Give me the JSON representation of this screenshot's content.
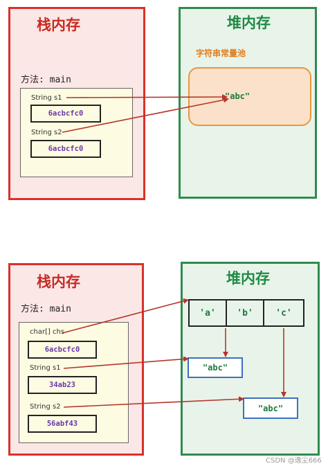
{
  "top": {
    "stack_title": "栈内存",
    "heap_title": "堆内存",
    "method_label": "方法: main",
    "pool_label": "字符串常量池",
    "vars": [
      {
        "label": "String s1",
        "address": "6acbcfc0"
      },
      {
        "label": "String s2",
        "address": "6acbcfc0"
      }
    ],
    "pool_value": "\"abc\""
  },
  "bottom": {
    "stack_title": "栈内存",
    "heap_title": "堆内存",
    "method_label": "方法: main",
    "vars": [
      {
        "label": "char[] chs",
        "address": "6acbcfc0"
      },
      {
        "label": "String s1",
        "address": "34ab23"
      },
      {
        "label": "String s2",
        "address": "56abf43"
      }
    ],
    "array_cells": [
      "'a'",
      "'b'",
      "'c'"
    ],
    "string_objects": [
      "\"abc\"",
      "\"abc\""
    ]
  },
  "watermark": "CSDN @逸尘666",
  "colors": {
    "stack_border": "#d9312a",
    "heap_border": "#2e8b4f",
    "arrow": "#b5352a",
    "address_text": "#6b39a8",
    "string_text": "#1d7a3c",
    "pool_border": "#e9963f"
  }
}
